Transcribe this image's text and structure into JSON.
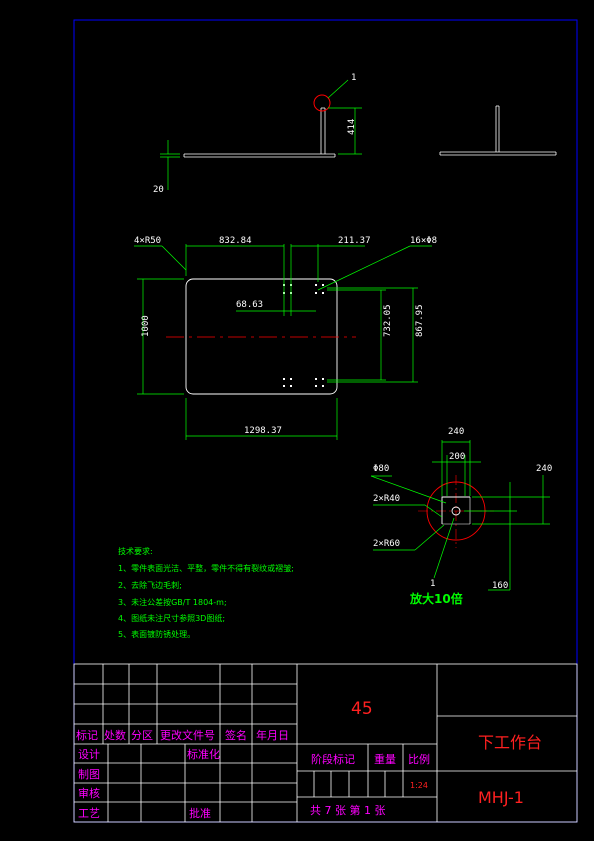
{
  "drawing": {
    "dims": {
      "balloon_1": "1",
      "h414": "414",
      "h20": "20",
      "radius_4xR50": "4×R50",
      "d832": "832.84",
      "d211": "211.37",
      "holes_16": "16×Φ8",
      "d68": "68.63",
      "d1000": "1000",
      "d732": "732.05",
      "d867": "867.95",
      "d1298": "1298.37",
      "d240_top": "240",
      "d200": "200",
      "d240_right": "240",
      "phi80": "Φ80",
      "r40": "2×R40",
      "r60": "2×R60",
      "balloon_1b": "1",
      "d160": "160",
      "detail_scale": "放大10倍"
    },
    "notes": {
      "title": "技术要求:",
      "items": [
        "1、零件表面光洁、平整，零件不得有裂纹或褶皱;",
        "2、去除飞边毛刺;",
        "3、未注公差按GB/T 1804-m;",
        "4、图纸未注尺寸参照3D图纸;",
        "5、表面镀防锈处理。"
      ]
    }
  },
  "title_block": {
    "material": "45",
    "name": "下工作台",
    "code": "MHJ-1",
    "headers": [
      "标记",
      "处数",
      "分区",
      "更改文件号",
      "签名",
      "年月日"
    ],
    "rows": {
      "design": "设计",
      "standardize": "标准化",
      "draw": "制图",
      "check": "审核",
      "process": "工艺",
      "approve": "批准"
    },
    "stage_mark": "阶段标记",
    "weight": "重量",
    "scale": "比例",
    "scale_value": "1:24",
    "sheets": "共 7 张  第 1 张"
  },
  "colors": {
    "border": "#0000ff",
    "outline": "#ffffff",
    "dimension": "#00ff00",
    "centerline": "#ff0000",
    "title_text": "#ff00ff",
    "title_red": "#ff2020"
  }
}
